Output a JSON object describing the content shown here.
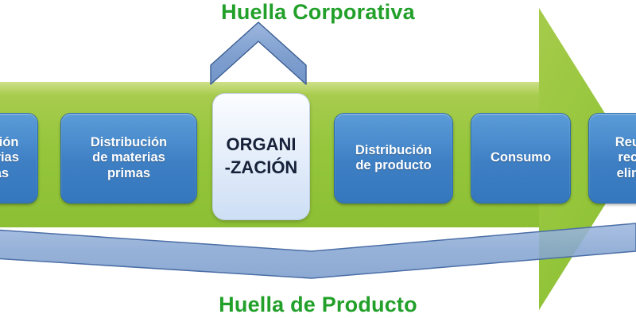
{
  "diagram": {
    "top_label": "Huella Corporativa",
    "bottom_label": "Huella de Producto",
    "label_color": "#22a02a",
    "arrow_color": "#96c93d",
    "band_color": "#8aa9d6",
    "box_color": "#3e7fc4",
    "org_box_color": "#e3ecfa"
  },
  "steps": [
    {
      "id": "extraccion-materias-primas",
      "lines": [
        "...cción",
        "...terias",
        "...as"
      ],
      "type": "blue",
      "clipped": true
    },
    {
      "id": "distribucion-materias-primas",
      "lines": [
        "Distribución",
        "de materias",
        "primas"
      ],
      "type": "blue",
      "clipped": false
    },
    {
      "id": "organizacion",
      "lines": [
        "ORGANI",
        "-ZACIÓN"
      ],
      "type": "white",
      "clipped": false
    },
    {
      "id": "distribucion-producto",
      "lines": [
        "Distribución",
        "de producto"
      ],
      "type": "blue",
      "clipped": false
    },
    {
      "id": "consumo",
      "lines": [
        "Consumo"
      ],
      "type": "blue",
      "clipped": false
    },
    {
      "id": "reutilizacion-reciclaje-eliminacion",
      "lines": [
        "Reut...",
        "reci...",
        "elim..."
      ],
      "type": "blue",
      "clipped": true
    }
  ]
}
